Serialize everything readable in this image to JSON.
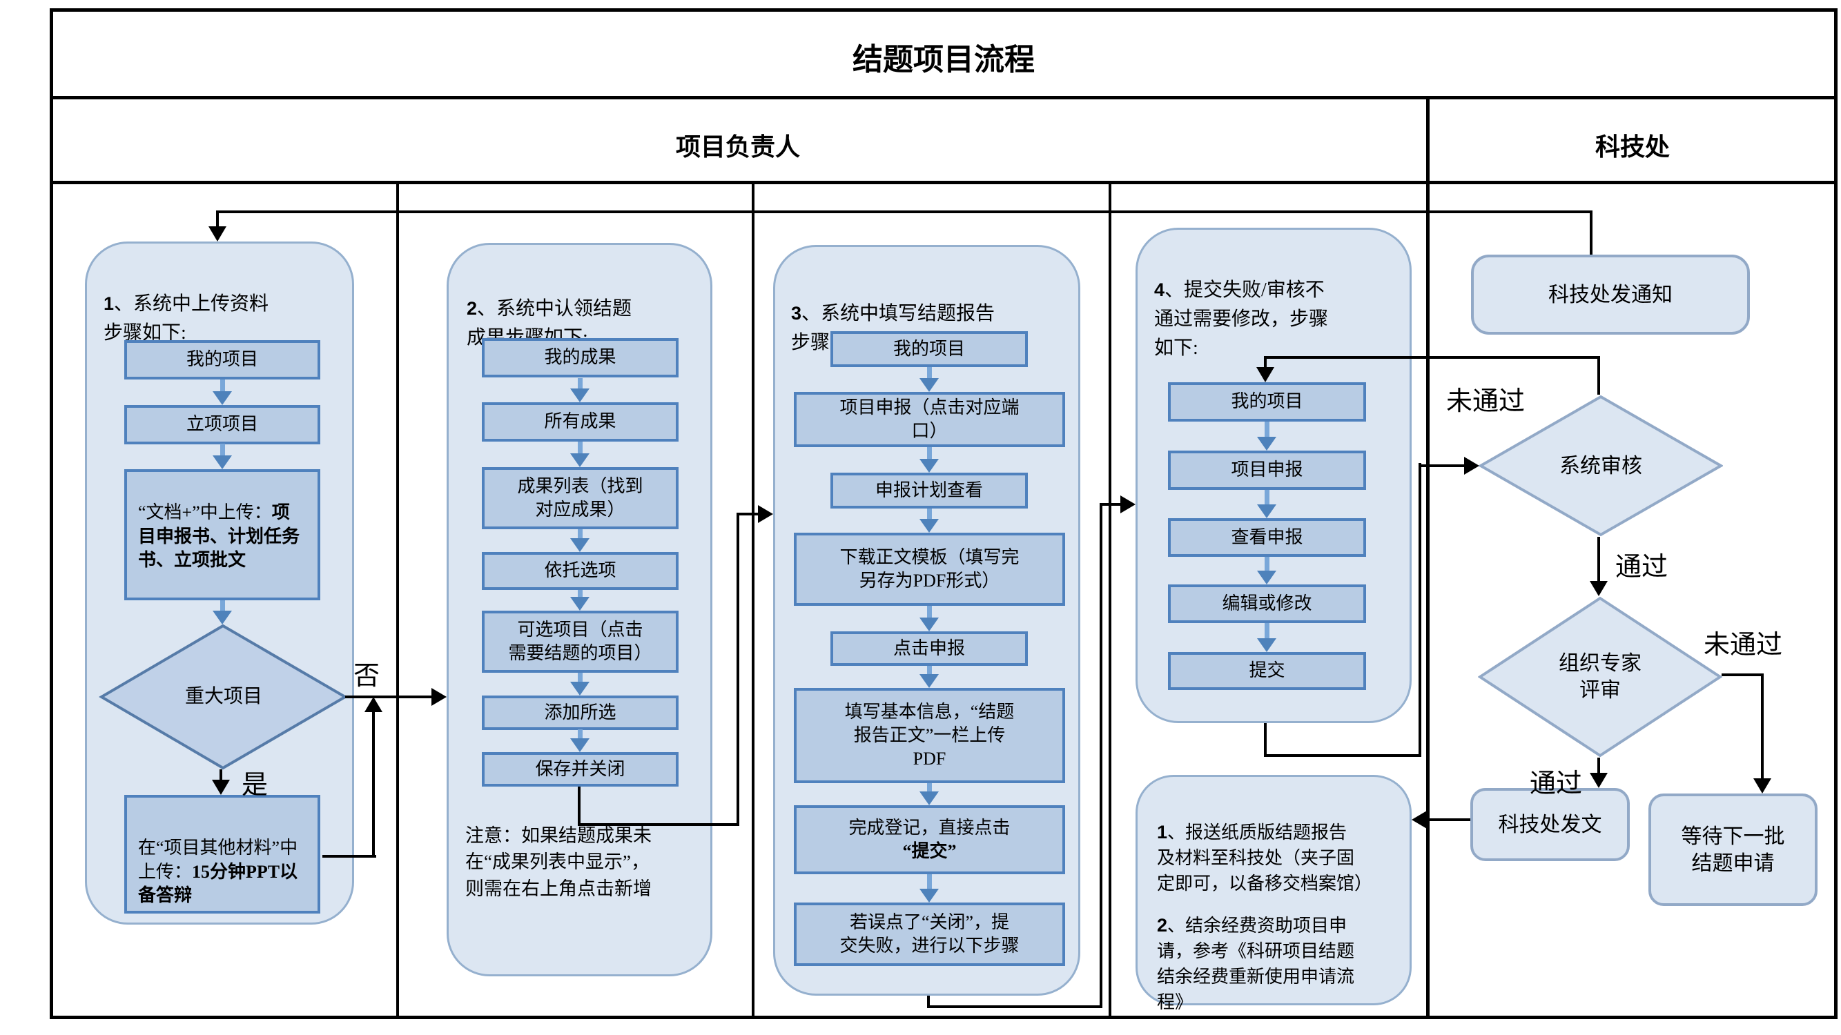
{
  "title": "结题项目流程",
  "lanes": {
    "left": "项目负责人",
    "right": "科技处"
  },
  "col1": {
    "heading_num": "1",
    "heading_text": "、系统中上传资料\n步骤如下:",
    "steps": [
      "我的项目",
      "立项项目"
    ],
    "upload_box": {
      "prefix": "“文档+”中上传：",
      "bold": "项目申报书、计划任务书、立项批文"
    },
    "decision": "重大项目",
    "yes_label": "是",
    "no_label": "否",
    "ppt_box": {
      "prefix": "在“项目其他材料”中上传：",
      "bold": "15分钟PPT以备答辩"
    }
  },
  "col2": {
    "heading_num": "2",
    "heading_text": "、系统中认领结题\n成果步骤如下:",
    "steps": [
      "我的成果",
      "所有成果",
      "成果列表（找到\n对应成果）",
      "依托选项",
      "可选项目（点击\n需要结题的项目）",
      "添加所选",
      "保存并关闭"
    ],
    "note": "注意：如果结题成果未\n在“成果列表中显示”，\n则需在右上角点击新增"
  },
  "col3": {
    "heading_num": "3",
    "heading_text": "、系统中填写结题报告\n步骤如下:",
    "steps": [
      "我的项目",
      "项目申报（点击对应端\n口）",
      "申报计划查看",
      "下载正文模板（填写完\n另存为PDF形式）",
      "点击申报",
      "填写基本信息，“结题\n报告正文”一栏上传\nPDF"
    ],
    "submit_box": {
      "prefix": "完成登记，直接点击\n",
      "bold": "“提交”"
    },
    "fail_box": "若误点了“关闭”，提\n交失败，进行以下步骤"
  },
  "col4": {
    "heading_num": "4",
    "heading_text": "、提交失败/审核不\n通过需要修改，步骤\n如下:",
    "steps": [
      "我的项目",
      "项目申报",
      "查看申报",
      "编辑或修改",
      "提交"
    ]
  },
  "notes_box": {
    "item1_num": "1",
    "item1": "、报送纸质版结题报告\n及材料至科技处（夹子固\n定即可，以备移交档案馆）",
    "item2_num": "2",
    "item2": "、结余经费资助项目申\n请，参考《科研项目结题\n结余经费重新使用申请流\n程》"
  },
  "office": {
    "notify": "科技处发通知",
    "system_review": "系统审核",
    "expert_review": "组织专家\n评审",
    "issue_doc": "科技处发文",
    "wait_next": "等待下一批\n结题申请",
    "pass": "通过",
    "fail": "未通过"
  },
  "colors": {
    "container_fill": "#dce6f2",
    "container_border": "#95b0ce",
    "box_fill": "#b8cce4",
    "box_border": "#4f81bd",
    "connector": "#000000",
    "flow_arrow": "#4e82bb"
  }
}
